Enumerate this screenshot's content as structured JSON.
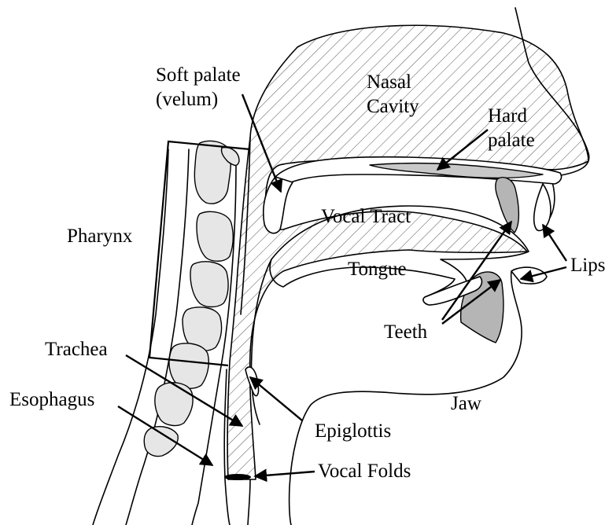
{
  "labels": {
    "soft_palate_line1": "Soft palate",
    "soft_palate_line2": "(velum)",
    "nasal_line1": "Nasal",
    "nasal_line2": "Cavity",
    "hard_palate_line1": "Hard",
    "hard_palate_line2": "palate",
    "vocal_tract": "Vocal Tract",
    "pharynx": "Pharynx",
    "tongue": "Tongue",
    "lips": "Lips",
    "teeth": "Teeth",
    "trachea": "Trachea",
    "esophagus": "Esophagus",
    "epiglottis": "Epiglottis",
    "jaw": "Jaw",
    "vocal_folds": "Vocal Folds"
  },
  "colors": {
    "line": "#000000",
    "hatch": "#555555",
    "bone_fill": "#e6e6e6",
    "tooth_fill": "#b5b5b5",
    "background": "#ffffff"
  }
}
